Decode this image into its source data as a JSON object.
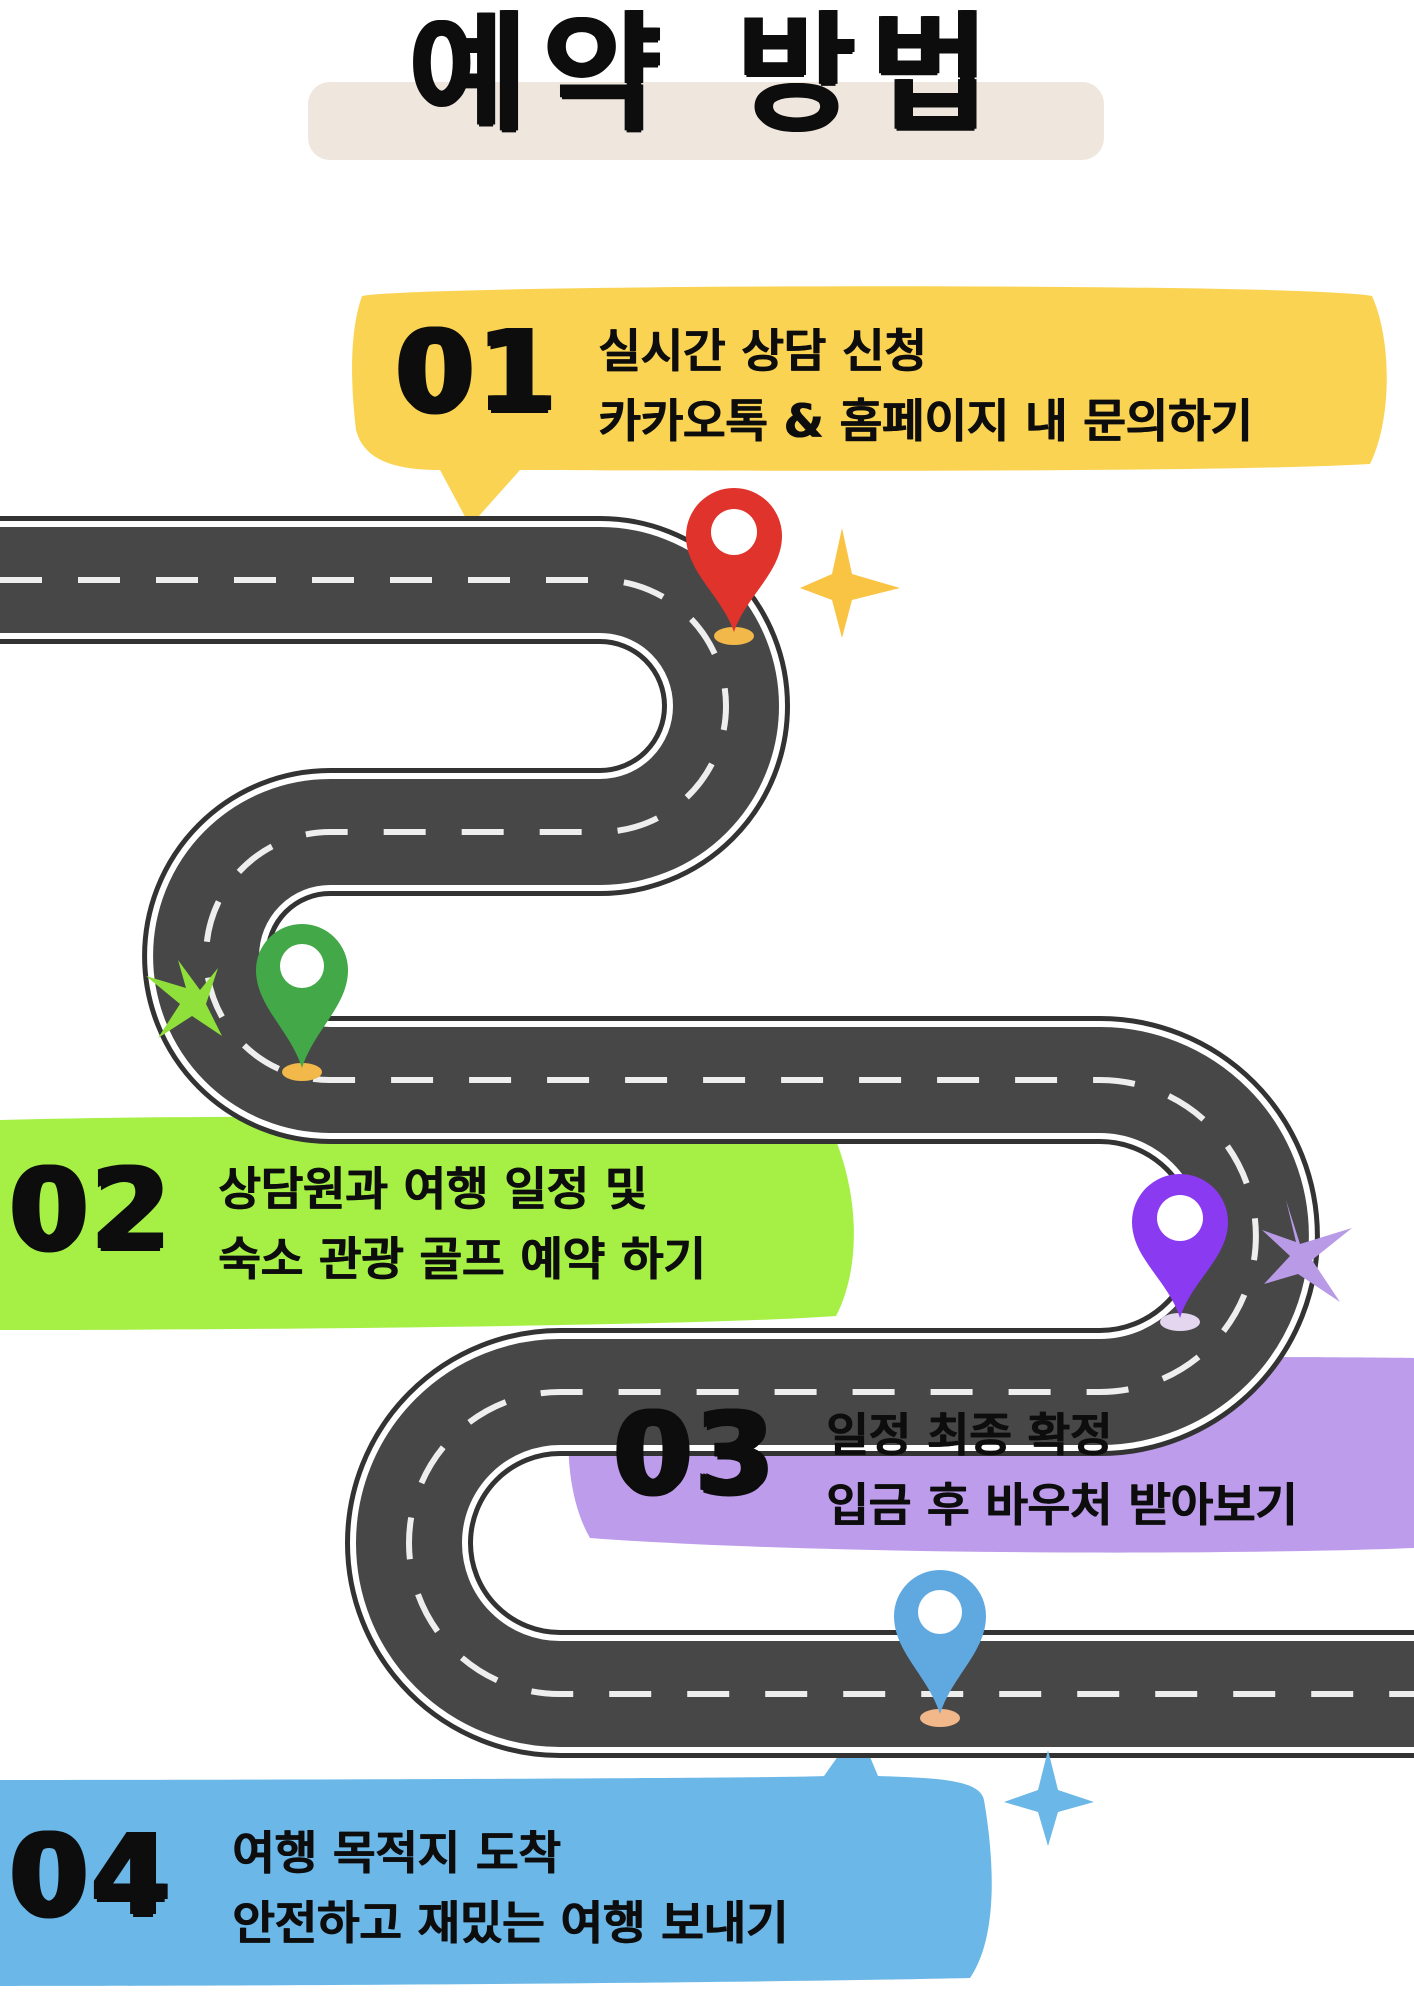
{
  "title": "예약 방법",
  "steps": [
    {
      "number": "01",
      "line1": "실시간 상담 신청",
      "line2": "카카오톡 & 홈페이지 내 문의하기",
      "color": "#fbd352",
      "pin_color": "#e0332b"
    },
    {
      "number": "02",
      "line1": "상담원과 여행 일정 및",
      "line2": "숙소 관광 골프 예약 하기",
      "color": "#a6f046",
      "pin_color": "#43a847"
    },
    {
      "number": "03",
      "line1": "일정 최종 확정",
      "line2": "입금 후 바우처 받아보기",
      "color": "#bd9deb",
      "pin_color": "#8a3af0"
    },
    {
      "number": "04",
      "line1": "여행 목적지 도착",
      "line2": "안전하고 재밌는 여행 보내기",
      "color": "#6bb7e7",
      "pin_color": "#60a9e0"
    }
  ],
  "colors": {
    "road": "#474747",
    "road_edge": "#ffffff",
    "road_outline": "#333333",
    "title_bg": "#efe7de"
  }
}
